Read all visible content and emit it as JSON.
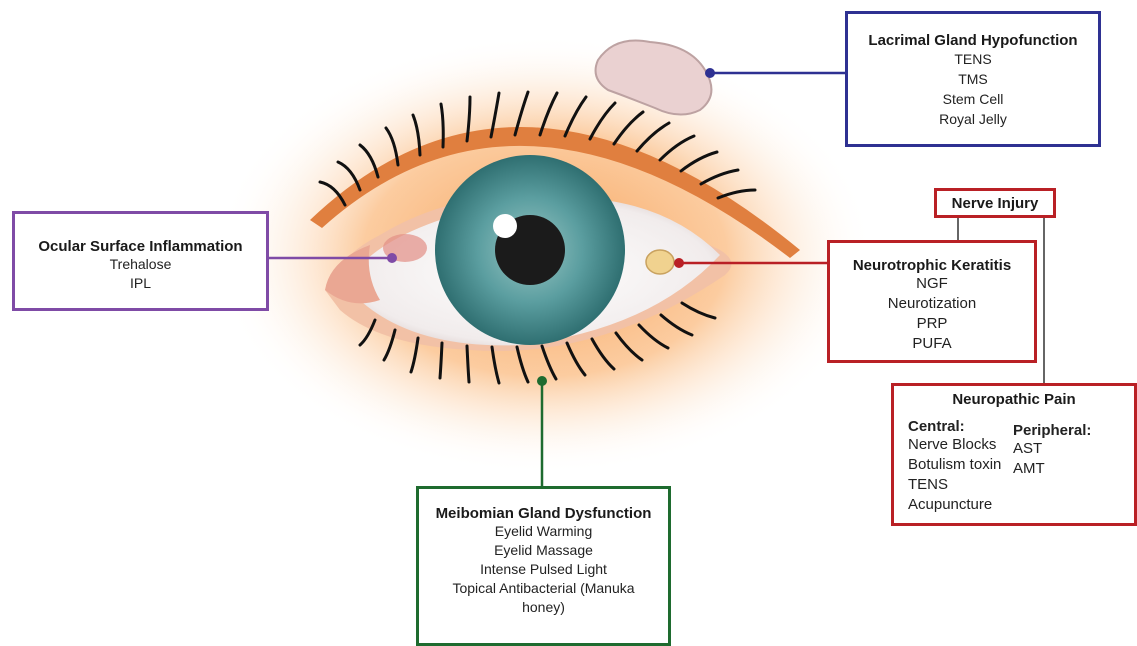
{
  "boxes": {
    "lacrimal": {
      "title": "Lacrimal Gland Hypofunction",
      "items": [
        "TENS",
        "TMS",
        "Stem Cell",
        "Royal Jelly"
      ],
      "color": "#2e3192"
    },
    "ocular_surface": {
      "title": "Ocular Surface Inflammation",
      "items": [
        "Trehalose",
        "IPL"
      ],
      "color": "#7f4ba6"
    },
    "meibomian": {
      "title": "Meibomian Gland Dysfunction",
      "items": [
        "Eyelid Warming",
        "Eyelid Massage",
        "Intense Pulsed Light",
        "Topical Antibacterial (Manuka",
        "honey)"
      ],
      "color": "#1e6b2f"
    },
    "nerve_injury": {
      "title": "Nerve Injury",
      "color": "#b92025"
    },
    "neurotrophic": {
      "title": "Neurotrophic Keratitis",
      "items": [
        "NGF",
        "Neurotization",
        "PRP",
        "PUFA"
      ],
      "color": "#b92025"
    },
    "neuropathic": {
      "title": "Neuropathic Pain",
      "central": {
        "label": "Central:",
        "items": [
          "Nerve Blocks",
          "Botulism toxin",
          "TENS",
          "Acupuncture"
        ]
      },
      "peripheral": {
        "label": "Peripheral:",
        "items": [
          "AST",
          "AMT"
        ]
      },
      "color": "#b92025"
    }
  },
  "colors": {
    "glow": "#f7a35c",
    "iris": "#3f8a8c",
    "lid": "#e8a77f"
  }
}
